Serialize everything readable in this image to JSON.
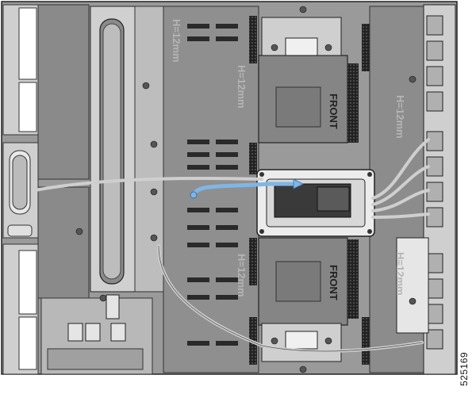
{
  "figure_id": "525169",
  "labels": {
    "front_top": "FRONT",
    "front_bottom": "FRONT",
    "height_marks": [
      "H=12mm",
      "H=12mm",
      "H=12mm",
      "H=12mm",
      "H=12mm"
    ]
  },
  "colors": {
    "board": "#8d8d8d",
    "board_dark": "#6f6f6f",
    "frame": "#c8c8c8",
    "highlight_cable": "#7fb6e6",
    "module_frame": "#ececec"
  }
}
